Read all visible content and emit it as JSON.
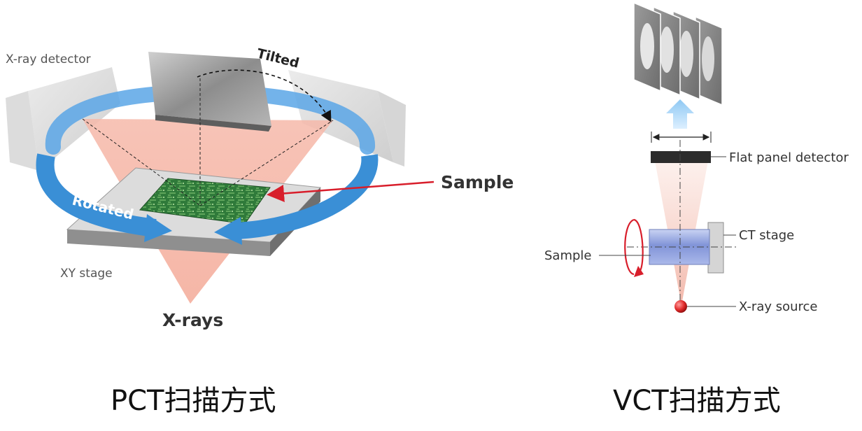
{
  "pct": {
    "labels": {
      "detector": "X-ray detector",
      "tilted": "Tilted",
      "sample": "Sample",
      "rotated": "Rotated",
      "xy_stage": "XY stage",
      "xrays": "X-rays"
    },
    "caption": "PCT扫描方式"
  },
  "vct": {
    "labels": {
      "flat_panel_detector": "Flat panel detector",
      "ct_stage": "CT stage",
      "sample": "Sample",
      "xray_source": "X-ray source"
    },
    "caption": "VCT扫描方式"
  },
  "colors": {
    "beam": "#f4b3a3",
    "rotation_arrow": "#3a8fd6",
    "pcb": "#2f7a3a",
    "pointer": "#d81e2b",
    "source": "#e02a2a"
  }
}
